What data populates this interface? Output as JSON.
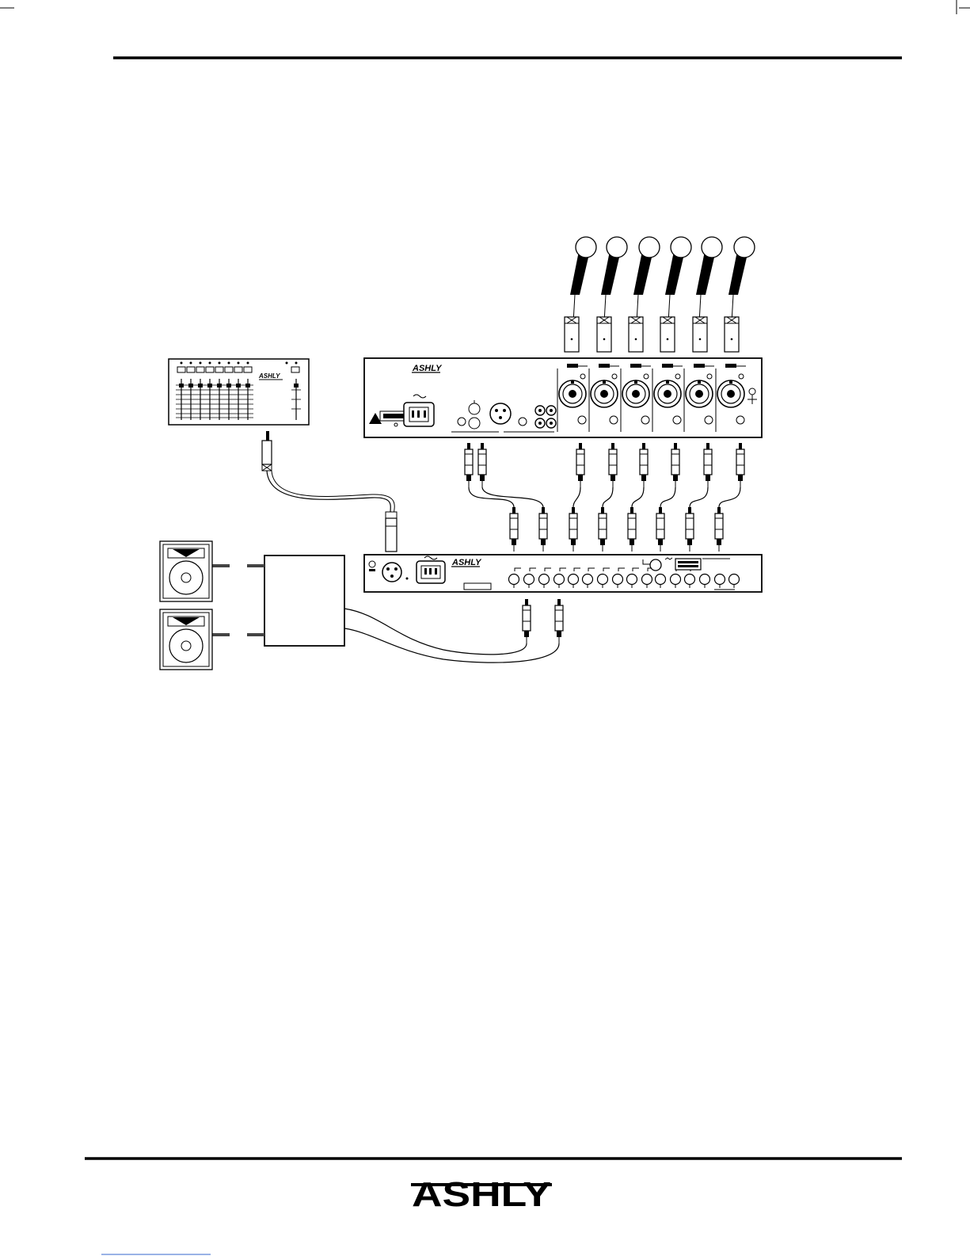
{
  "page": {
    "brand": "ASHLY",
    "footer_logo": "ASHLY",
    "colors": {
      "ink": "#000000",
      "paper": "#ffffff",
      "link_underline": "#3366cc"
    }
  },
  "diagram": {
    "devices": [
      {
        "id": "remote-fader-panel",
        "brand": "ASHLY"
      },
      {
        "id": "mic-preamp-mixer",
        "brand": "ASHLY",
        "mic_inputs": 6
      },
      {
        "id": "signal-processor",
        "brand": "ASHLY",
        "jacks": 16
      },
      {
        "id": "power-amplifier"
      },
      {
        "id": "loudspeaker",
        "count": 2
      }
    ],
    "microphones": 6
  }
}
